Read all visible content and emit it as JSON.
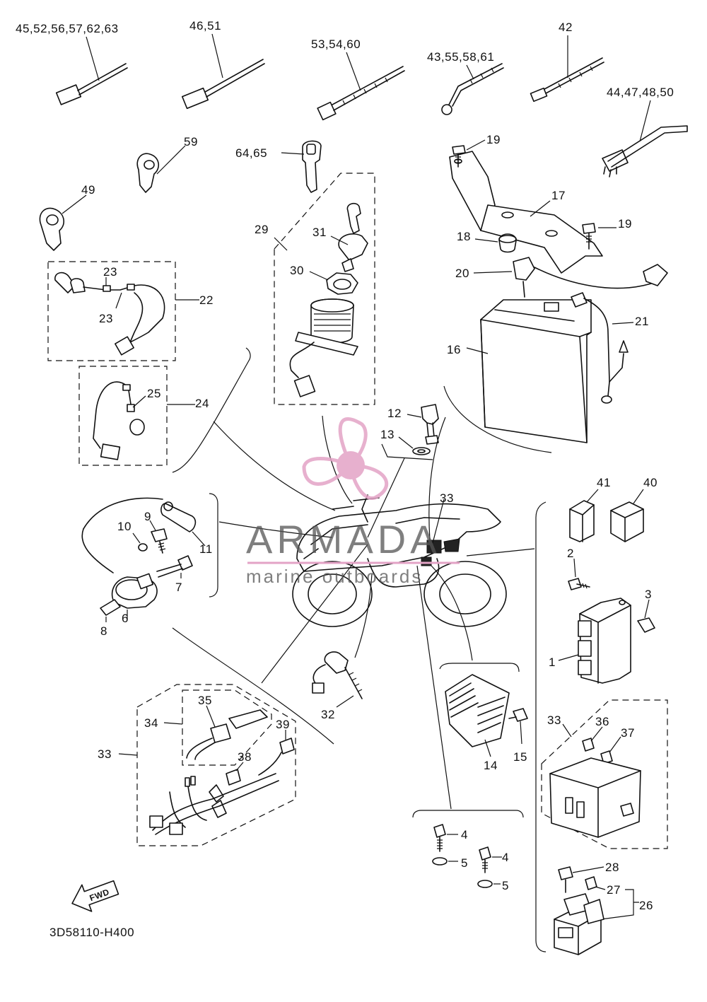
{
  "diagram": {
    "drawing_code": "3D58110-H400",
    "fwd_label": "FWD",
    "watermark": {
      "brand": "ARMADA",
      "tagline": "marine outboards",
      "brand_color": "#e3a3c6",
      "text_color": "#555555"
    },
    "callouts": {
      "c45": "45,52,56,57,62,63",
      "c46": "46,51",
      "c53": "53,54,60",
      "c43": "43,55,58,61",
      "c42": "42",
      "c44": "44,47,48,50",
      "c59": "59",
      "c49": "49",
      "c64": "64,65",
      "c19a": "19",
      "c19b": "19",
      "c17": "17",
      "c18": "18",
      "c20": "20",
      "c21": "21",
      "c16": "16",
      "c29": "29",
      "c31": "31",
      "c30": "30",
      "c23a": "23",
      "c23b": "23",
      "c22": "22",
      "c25": "25",
      "c24": "24",
      "c12": "12",
      "c13": "13",
      "c41": "41",
      "c40": "40",
      "c33a": "33",
      "c9": "9",
      "c10": "10",
      "c11": "11",
      "c7": "7",
      "c8": "8",
      "c6": "6",
      "c2": "2",
      "c3": "3",
      "c1": "1",
      "c35": "35",
      "c34": "34",
      "c39": "39",
      "c38": "38",
      "c33b": "33",
      "c32": "32",
      "c14": "14",
      "c15": "15",
      "c33c": "33",
      "c36": "36",
      "c37": "37",
      "c4a": "4",
      "c5a": "5",
      "c4b": "4",
      "c5b": "5",
      "c28": "28",
      "c27": "27",
      "c26": "26"
    }
  }
}
